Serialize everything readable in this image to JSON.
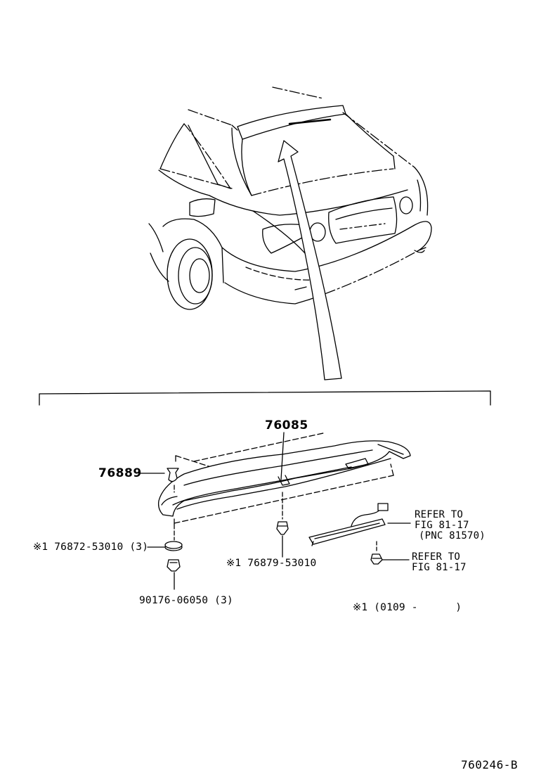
{
  "labels": {
    "spoiler_part": "76085",
    "clip_part": "76889",
    "washer_part": "※1 76872-53010 (3)",
    "nut_part": "90176-06050 (3)",
    "grommet_part": "※1 76879-53010",
    "refer_lamp_line1": "REFER TO",
    "refer_lamp_line2": "FIG 81-17",
    "refer_lamp_line3": "(PNC 81570)",
    "refer_screw_line1": "REFER TO",
    "refer_screw_line2": "FIG 81-17",
    "footnote": "※1 (0109 -      )",
    "drawing_number": "760246-B"
  },
  "colors": {
    "ink": "#000000",
    "paper": "#ffffff"
  },
  "icons": [
    "vehicle-rear-view",
    "spoiler-part",
    "clip-fastener",
    "washer",
    "nut",
    "grommet",
    "stop-lamp",
    "screw"
  ]
}
